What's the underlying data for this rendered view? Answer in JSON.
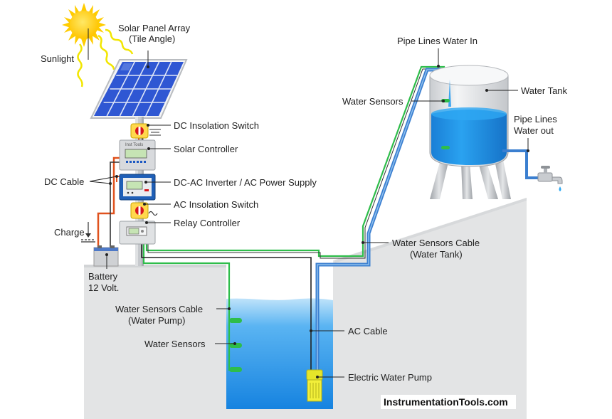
{
  "labels": {
    "sunlight": "Sunlight",
    "solar_panel_line1": "Solar Panel Array",
    "solar_panel_line2": "(Tile Angle)",
    "dc_isolation_switch": "DC Insolation Switch",
    "solar_controller": "Solar Controller",
    "dc_cable": "DC Cable",
    "inverter": "DC-AC Inverter / AC Power Supply",
    "ac_isolation_switch": "AC Insolation Switch",
    "relay_controller": "Relay Controller",
    "charge": "Charge",
    "battery_line1": "Battery",
    "battery_line2": "12 Volt.",
    "pipe_in": "Pipe Lines Water In",
    "water_sensors_tank": "Water Sensors",
    "water_tank": "Water Tank",
    "pipe_out_line1": "Pipe Lines",
    "pipe_out_line2": "Water out",
    "sensors_cable_tank_line1": "Water Sensors Cable",
    "sensors_cable_tank_line2": "(Water Tank)",
    "sensors_cable_pump_line1": "Water Sensors Cable",
    "sensors_cable_pump_line2": "(Water Pump)",
    "water_sensors_well": "Water Sensors",
    "ac_cable": "AC Cable",
    "electric_pump": "Electric Water Pump",
    "brand": "InstrumentationTools.com",
    "controller_brand": "Inst Tools"
  },
  "colors": {
    "ground": "#e3e4e5",
    "water": "#1e90e8",
    "water_light": "#cfe9fb",
    "pipe": "#3b7fd0",
    "sensor_cable": "#2ebd4a",
    "dc_cable": "#e0521e",
    "panel": "#2f57d3",
    "sun": "#ffd000",
    "pump": "#e5e52a"
  }
}
